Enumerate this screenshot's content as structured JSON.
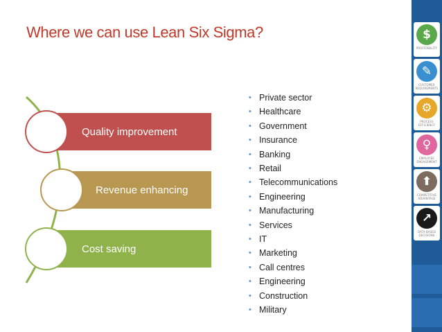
{
  "title": "Where we can use Lean Six Sigma?",
  "bars": [
    {
      "label": "Quality improvement",
      "color": "#c0504d"
    },
    {
      "label": "Revenue enhancing",
      "color": "#b89751"
    },
    {
      "label": "Cost saving",
      "color": "#8fb24a"
    }
  ],
  "bullet_color": "#5d8fc9",
  "sectors": [
    "Private sector",
    "Healthcare",
    "Government",
    "Insurance",
    "Banking",
    "Retail",
    "Telecommunications",
    "Engineering",
    "Manufacturing",
    "Services",
    "IT",
    "Marketing",
    "Call centres",
    "Engineering",
    "Construction",
    "Military"
  ],
  "sidebar": {
    "background": "#1f5b97",
    "icons": [
      {
        "name": "dollar-icon",
        "glyph": "$",
        "color": "#5ba84a",
        "caption": "PROFITABILITY"
      },
      {
        "name": "clipboard-icon",
        "glyph": "✎",
        "color": "#3a8fd1",
        "caption": "CUSTOMER REQUIREMENTS"
      },
      {
        "name": "gear-icon",
        "glyph": "⚙",
        "color": "#e6a72a",
        "caption": "PROCESS EFFICIENCY"
      },
      {
        "name": "person-icon",
        "glyph": "♀",
        "color": "#e0679e",
        "caption": "EMPLOYEE ENGAGEMENT"
      },
      {
        "name": "arrow-up-icon",
        "glyph": "⬆",
        "color": "#7d6b5f",
        "caption": "COMPETITIVE ADVANTAGE"
      },
      {
        "name": "chart-icon",
        "glyph": "↗",
        "color": "#1a1a1a",
        "caption": "DATA-BASED DECISIONS"
      }
    ]
  }
}
